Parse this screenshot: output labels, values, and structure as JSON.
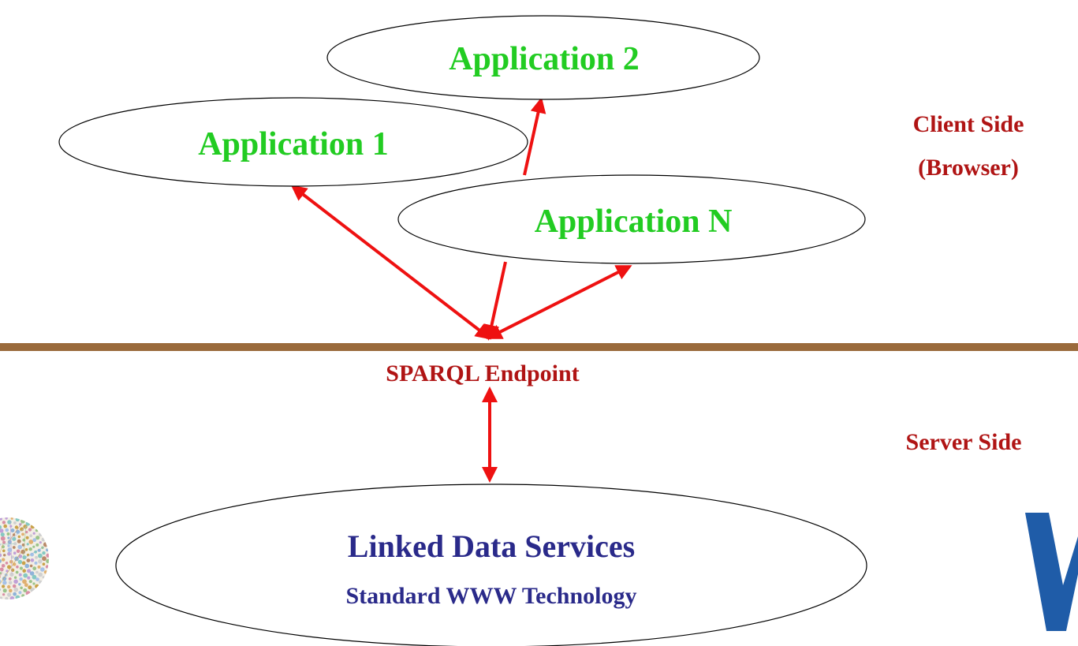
{
  "nodes": {
    "app2": {
      "label": "Application 2"
    },
    "app1": {
      "label": "Application 1"
    },
    "appN": {
      "label": "Application N"
    },
    "services": {
      "title": "Linked Data Services",
      "subtitle": "Standard WWW Technology"
    }
  },
  "labels": {
    "client_side_line1": "Client Side",
    "client_side_line2": "(Browser)",
    "endpoint": "SPARQL Endpoint",
    "server_side": "Server Side"
  },
  "colors": {
    "app_text": "#22cc22",
    "label_text": "#b01414",
    "services_text": "#2a2a8a",
    "arrow": "#ee1111",
    "divider": "#9a6a3c",
    "logo_w": "#1f5ca8"
  },
  "decorations": {
    "left_logo": "linked-data-cloud-graphic",
    "right_logo": "w-logo-partial"
  }
}
